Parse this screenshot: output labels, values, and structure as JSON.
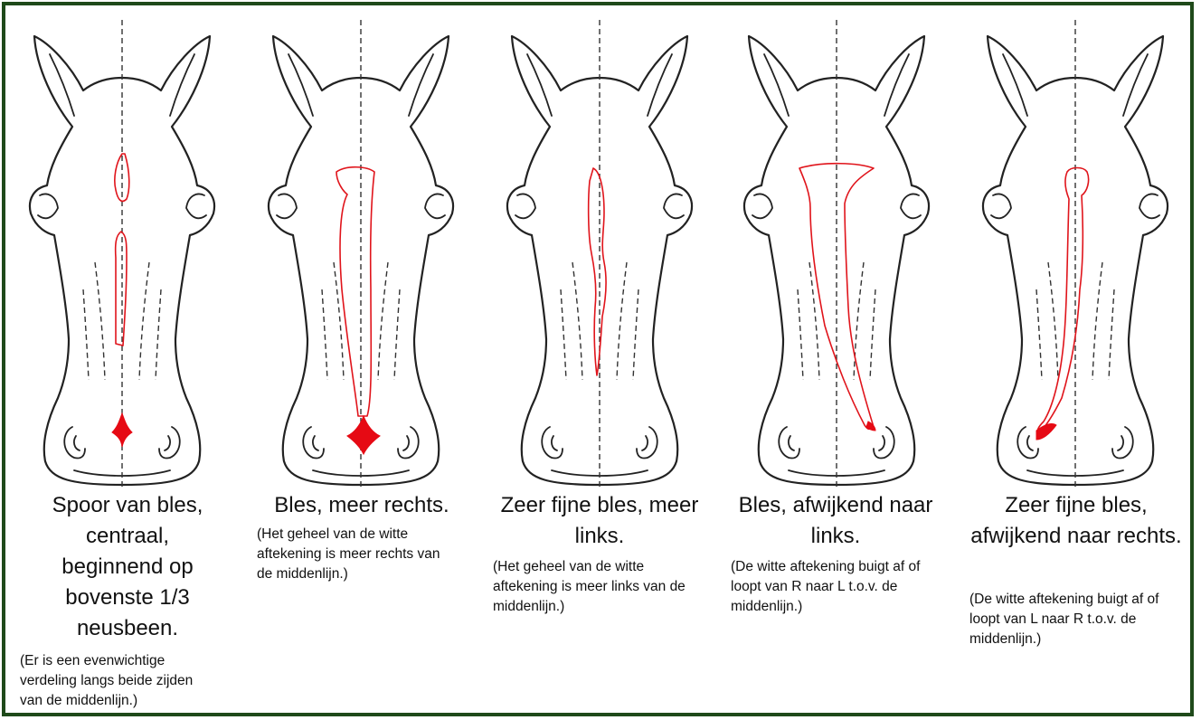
{
  "panels": [
    {
      "title": "Spoor van bles, centraal, beginnend op bovenste 1/3 neusbeen.",
      "note": "(Er is een evenwichtige verdeling langs beide zijden van de middenlijn.)"
    },
    {
      "title": "Bles, meer rechts.",
      "note": "(Het geheel van de witte aftekening is meer rechts van de middenlijn.)"
    },
    {
      "title": "Zeer fijne bles, meer links.",
      "note": "(Het geheel van de witte aftekening is meer links van de middenlijn.)"
    },
    {
      "title": "Bles, afwijkend naar links.",
      "note": "(De witte aftekening buigt af of loopt van R naar L t.o.v. de middenlijn.)"
    },
    {
      "title": "Zeer fijne bles, afwijkend naar rechts.",
      "note": "(De witte aftekening buigt af of loopt van L naar R t.o.v. de middenlijn.)"
    }
  ],
  "colors": {
    "border": "#1f4a1a",
    "marking": "#e0141b"
  }
}
